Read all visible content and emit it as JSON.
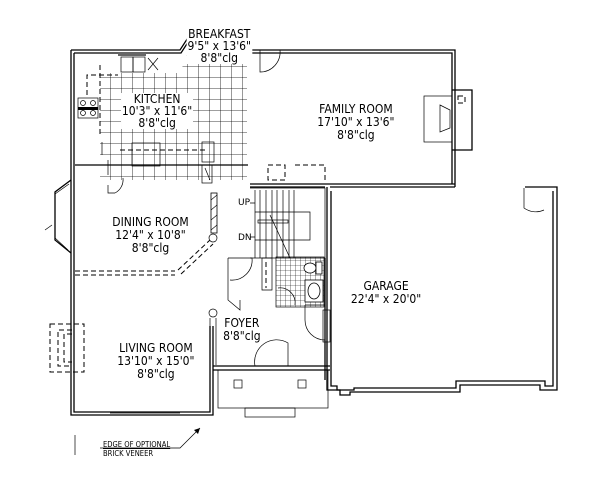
{
  "plan": {
    "rooms": [
      {
        "id": "breakfast",
        "name": "BREAKFAST",
        "size": "9'5\" x 13'6\"",
        "ceiling": "8'8\"clg"
      },
      {
        "id": "kitchen",
        "name": "KITCHEN",
        "size": "10'3\" x 11'6\"",
        "ceiling": "8'8\"clg"
      },
      {
        "id": "family",
        "name": "FAMILY ROOM",
        "size": "17'10\" x 13'6\"",
        "ceiling": "8'8\"clg"
      },
      {
        "id": "dining",
        "name": "DINING ROOM",
        "size": "12'4\" x 10'8\"",
        "ceiling": "8'8\"clg"
      },
      {
        "id": "garage",
        "name": "GARAGE",
        "size": "22'4\" x 20'0\""
      },
      {
        "id": "foyer",
        "name": "FOYER",
        "ceiling": "8'8\"clg"
      },
      {
        "id": "living",
        "name": "LIVING ROOM",
        "size": "13'10\" x 15'0\"",
        "ceiling": "8'8\"clg"
      }
    ],
    "stairs": {
      "up": "UP",
      "down": "DN"
    },
    "note": {
      "line1": "EDGE OF OPTIONAL",
      "line2": "BRICK VENEER"
    }
  }
}
